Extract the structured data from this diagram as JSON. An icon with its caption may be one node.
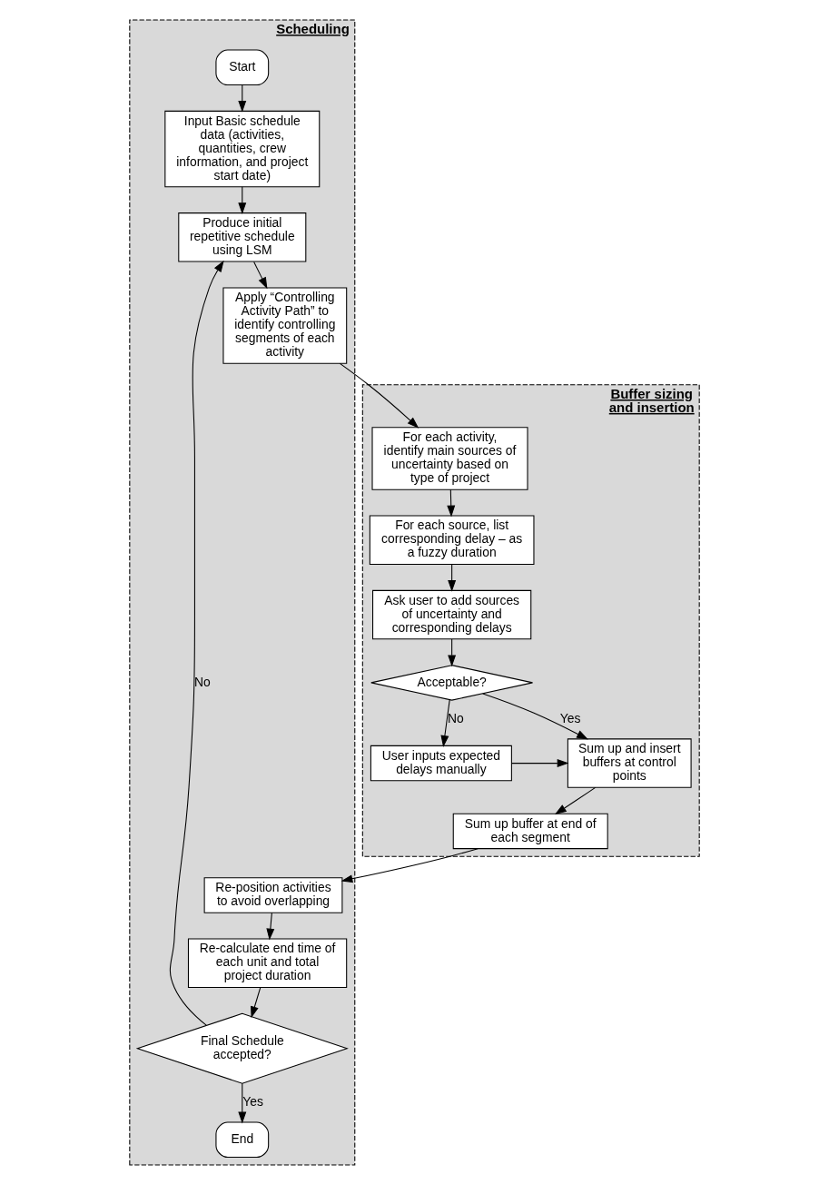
{
  "diagram": {
    "nodes": [
      {
        "text": [
          "Scheduling"
        ]
      },
      {
        "text": [
          "Buffer sizing and insertion"
        ]
      },
      {
        "text": [
          "Start"
        ],
        "in": 0
      },
      {
        "text": [
          "Input Basic schedule data (activities, quantities, crew information, and project start date)"
        ],
        "in": 0
      },
      {
        "text": [
          "Produce initial repetitive schedule using LSM"
        ],
        "in": 0
      },
      {
        "text": [
          "Apply “Controlling Activity Path” to identify controlling segments of each activity"
        ],
        "in": 0
      },
      {
        "text": [
          "Re-position activities to avoid overlapping"
        ],
        "in": 0
      },
      {
        "text": [
          "Re-calculate end time of each unit and total project duration"
        ],
        "in": 0
      },
      {
        "text": [
          "Final Schedule accepted?"
        ],
        "in": 0
      },
      {
        "text": [
          "End"
        ],
        "in": 0
      },
      {
        "text": [
          "For each activity, identify main sources of uncertainty based on type of project"
        ],
        "in": 1
      },
      {
        "text": [
          "For each source, list corresponding delay – as a fuzzy duration"
        ],
        "in": 1
      },
      {
        "text": [
          "Ask user to add sources of uncertainty and corresponding delays"
        ],
        "in": 1
      },
      {
        "text": [
          "Acceptable?"
        ],
        "in": 1
      },
      {
        "text": [
          "User inputs expected delays manually"
        ],
        "in": 1
      },
      {
        "text": [
          "Sum up and insert buffers at control points"
        ],
        "in": 1
      },
      {
        "text": [
          "Sum up buffer at end of each segment"
        ],
        "in": 1
      }
    ],
    "edges": [
      {
        "from": 2,
        "to": 3,
        "arrow": "to"
      },
      {
        "from": 3,
        "to": 4,
        "arrow": "to"
      },
      {
        "from": 4,
        "to": 5,
        "arrow": "to"
      },
      {
        "from": 5,
        "to": 10,
        "arrow": "to"
      },
      {
        "from": 10,
        "to": 11,
        "arrow": "to"
      },
      {
        "from": 11,
        "to": 12,
        "arrow": "to"
      },
      {
        "from": 12,
        "to": 13,
        "arrow": "to"
      },
      {
        "from": 8,
        "to": 4,
        "arrow": "to",
        "label": "No"
      },
      {
        "from": 8,
        "to": 9,
        "arrow": "to",
        "label": "Yes"
      },
      {
        "from": 13,
        "to": 14,
        "arrow": "to",
        "label": "No"
      },
      {
        "from": 13,
        "to": 15,
        "arrow": "to",
        "label": "Yes"
      },
      {
        "from": 14,
        "to": 15,
        "arrow": "to"
      },
      {
        "from": 15,
        "to": 16,
        "arrow": "to"
      },
      {
        "from": 16,
        "to": 6,
        "arrow": "to"
      },
      {
        "from": 6,
        "to": 7,
        "arrow": "to"
      },
      {
        "from": 7,
        "to": 8,
        "arrow": "to"
      }
    ]
  }
}
